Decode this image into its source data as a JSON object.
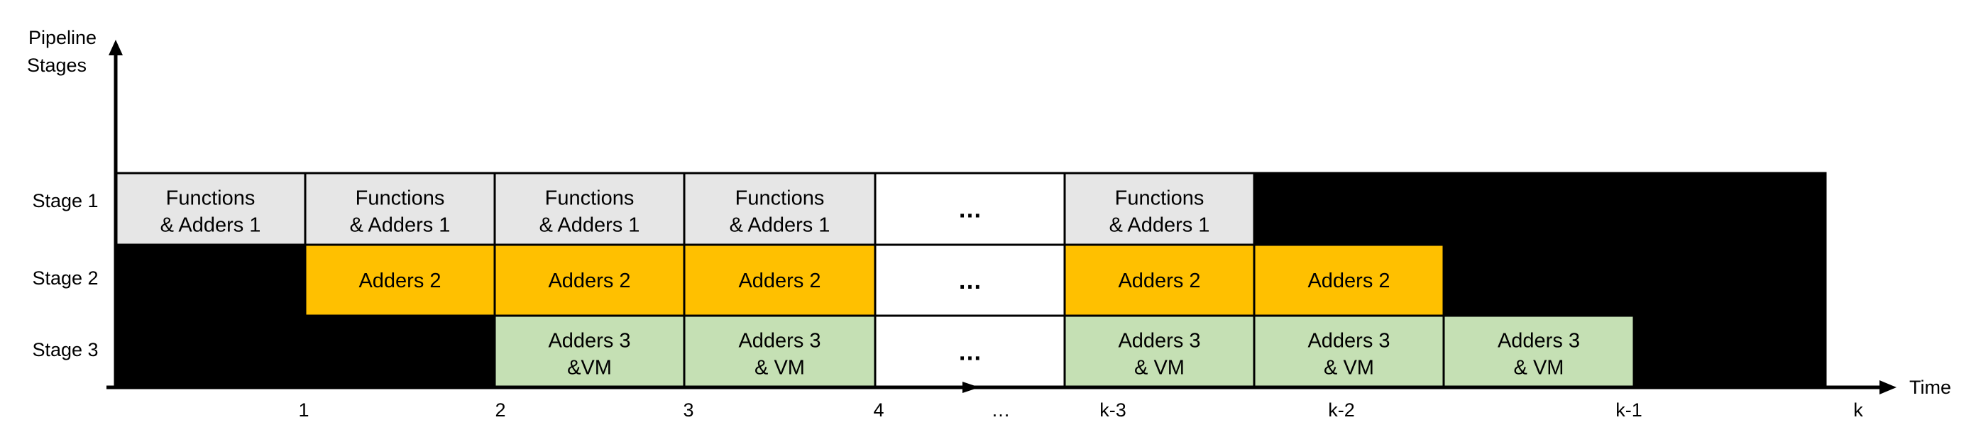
{
  "axes": {
    "y_title_line1": "Pipeline",
    "y_title_line2": "Stages",
    "x_title": "Time"
  },
  "stages": [
    "Stage 1",
    "Stage 2",
    "Stage 3"
  ],
  "time_ticks": [
    "1",
    "2",
    "3",
    "4",
    "…",
    "k-3",
    "k-2",
    "k-1",
    "k"
  ],
  "colors": {
    "stage1": "#e6e6e6",
    "stage2": "#ffc000",
    "stage3": "#c5e0b4",
    "idle": "#000000",
    "ellipsis_cell": "#ffffff"
  },
  "rows": [
    {
      "stage": "Stage 1",
      "cells": [
        {
          "line1": "Functions",
          "line2": "& Adders 1",
          "kind": "stage1"
        },
        {
          "line1": "Functions",
          "line2": "& Adders 1",
          "kind": "stage1"
        },
        {
          "line1": "Functions",
          "line2": "& Adders 1",
          "kind": "stage1"
        },
        {
          "line1": "Functions",
          "line2": "& Adders 1",
          "kind": "stage1"
        },
        {
          "line1": "…",
          "line2": "",
          "kind": "ellipsis"
        },
        {
          "line1": "Functions",
          "line2": "& Adders 1",
          "kind": "stage1"
        },
        {
          "line1": "",
          "line2": "",
          "kind": "idle"
        },
        {
          "line1": "",
          "line2": "",
          "kind": "idle"
        },
        {
          "line1": "",
          "line2": "",
          "kind": "idle"
        }
      ]
    },
    {
      "stage": "Stage 2",
      "cells": [
        {
          "line1": "",
          "line2": "",
          "kind": "idle"
        },
        {
          "line1": "Adders 2",
          "line2": "",
          "kind": "stage2"
        },
        {
          "line1": "Adders 2",
          "line2": "",
          "kind": "stage2"
        },
        {
          "line1": "Adders 2",
          "line2": "",
          "kind": "stage2"
        },
        {
          "line1": "…",
          "line2": "",
          "kind": "ellipsis"
        },
        {
          "line1": "Adders 2",
          "line2": "",
          "kind": "stage2"
        },
        {
          "line1": "Adders 2",
          "line2": "",
          "kind": "stage2"
        },
        {
          "line1": "",
          "line2": "",
          "kind": "idle"
        },
        {
          "line1": "",
          "line2": "",
          "kind": "idle"
        }
      ]
    },
    {
      "stage": "Stage 3",
      "cells": [
        {
          "line1": "",
          "line2": "",
          "kind": "idle"
        },
        {
          "line1": "",
          "line2": "",
          "kind": "idle"
        },
        {
          "line1": "Adders 3",
          "line2": "&VM",
          "kind": "stage3"
        },
        {
          "line1": "Adders 3",
          "line2": "& VM",
          "kind": "stage3"
        },
        {
          "line1": "…",
          "line2": "",
          "kind": "ellipsis"
        },
        {
          "line1": "Adders 3",
          "line2": "& VM",
          "kind": "stage3"
        },
        {
          "line1": "Adders 3",
          "line2": "& VM",
          "kind": "stage3"
        },
        {
          "line1": "Adders 3",
          "line2": "& VM",
          "kind": "stage3"
        },
        {
          "line1": "",
          "line2": "",
          "kind": "idle"
        }
      ]
    }
  ]
}
